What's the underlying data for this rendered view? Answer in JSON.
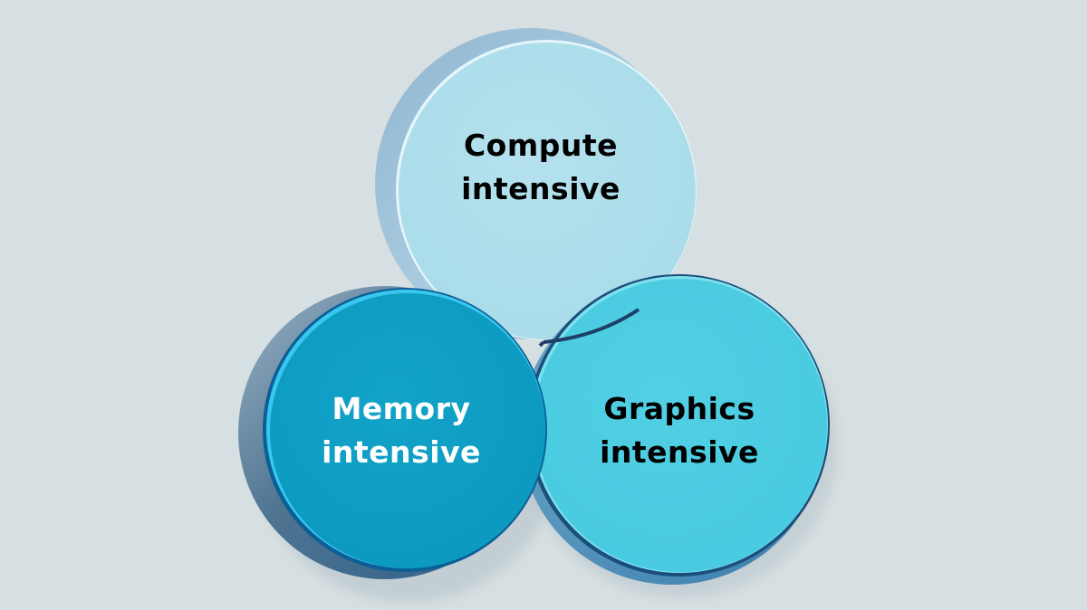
{
  "diagram": {
    "type": "three-circle 3D overlapping diagram",
    "background_color": "#d6dfe1",
    "circles": [
      {
        "id": "compute",
        "line1": "Compute",
        "line2": "intensive",
        "face_color": "#b0dfec",
        "text_color": "#000000"
      },
      {
        "id": "memory",
        "line1": "Memory",
        "line2": "intensive",
        "face_color": "#0e9fc4",
        "text_color": "#ffffff"
      },
      {
        "id": "graphics",
        "line1": "Graphics",
        "line2": "intensive",
        "face_color": "#4dcde2",
        "text_color": "#000000"
      }
    ]
  }
}
